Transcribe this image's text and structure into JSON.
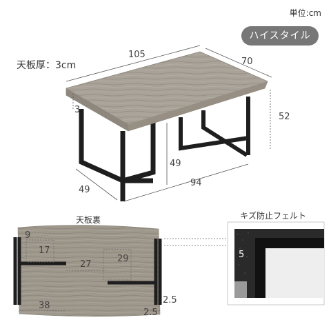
{
  "header": {
    "unit_label": "単位:cm",
    "style_badge": "ハイスタイル",
    "top_thickness": "天板厚：3cm"
  },
  "table_dimensions": {
    "width": "105",
    "depth": "70",
    "height": "52",
    "top_thickness": "3",
    "leg_clearance": "49",
    "leg_span": "94",
    "leg_depth": "49"
  },
  "underside": {
    "title": "天板裏",
    "dims": [
      "9",
      "17",
      "27",
      "29",
      "38",
      "2.5",
      "2.5"
    ]
  },
  "felt": {
    "title": "キズ防止フェルト",
    "size": "5"
  },
  "colors": {
    "wood": "#a39d94",
    "wood_dark": "#8e877d",
    "steel": "#1e1e1e",
    "badge": "#777777"
  }
}
